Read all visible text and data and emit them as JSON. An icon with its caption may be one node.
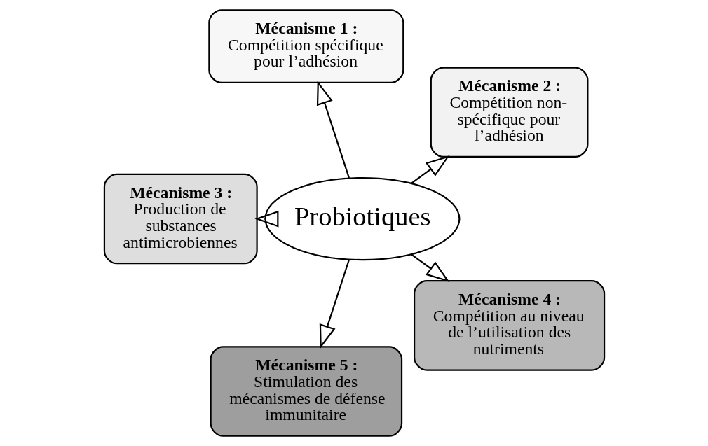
{
  "diagram": {
    "nodes": [
      {
        "text": [
          "Mécanisme 2 :",
          "Compétition non-spécifique pour l’adhésion"
        ]
      },
      {
        "text": [
          "Mécanisme 1 :",
          "Compétition spécifique pour l’adhésion"
        ]
      },
      {
        "text": [
          "Mécanisme 3 :",
          "Production de substances antimicrobiennes"
        ]
      },
      {
        "text": [
          "Probiotiques"
        ]
      },
      {
        "text": [
          "Mécanisme 5 :",
          "Stimulation des mécanismes de défense immunitaire"
        ]
      },
      {
        "text": [
          "Mécanisme 4 :",
          "Compétition au niveau de l’utilisation des nutriments"
        ]
      }
    ],
    "edges": [
      {
        "from": 3,
        "to": 0,
        "arrow": "to"
      },
      {
        "from": 3,
        "to": 1,
        "arrow": "to"
      },
      {
        "from": 3,
        "to": 2,
        "arrow": "to"
      },
      {
        "from": 3,
        "to": 5,
        "arrow": "to"
      },
      {
        "from": 3,
        "to": 4,
        "arrow": "to"
      }
    ]
  }
}
